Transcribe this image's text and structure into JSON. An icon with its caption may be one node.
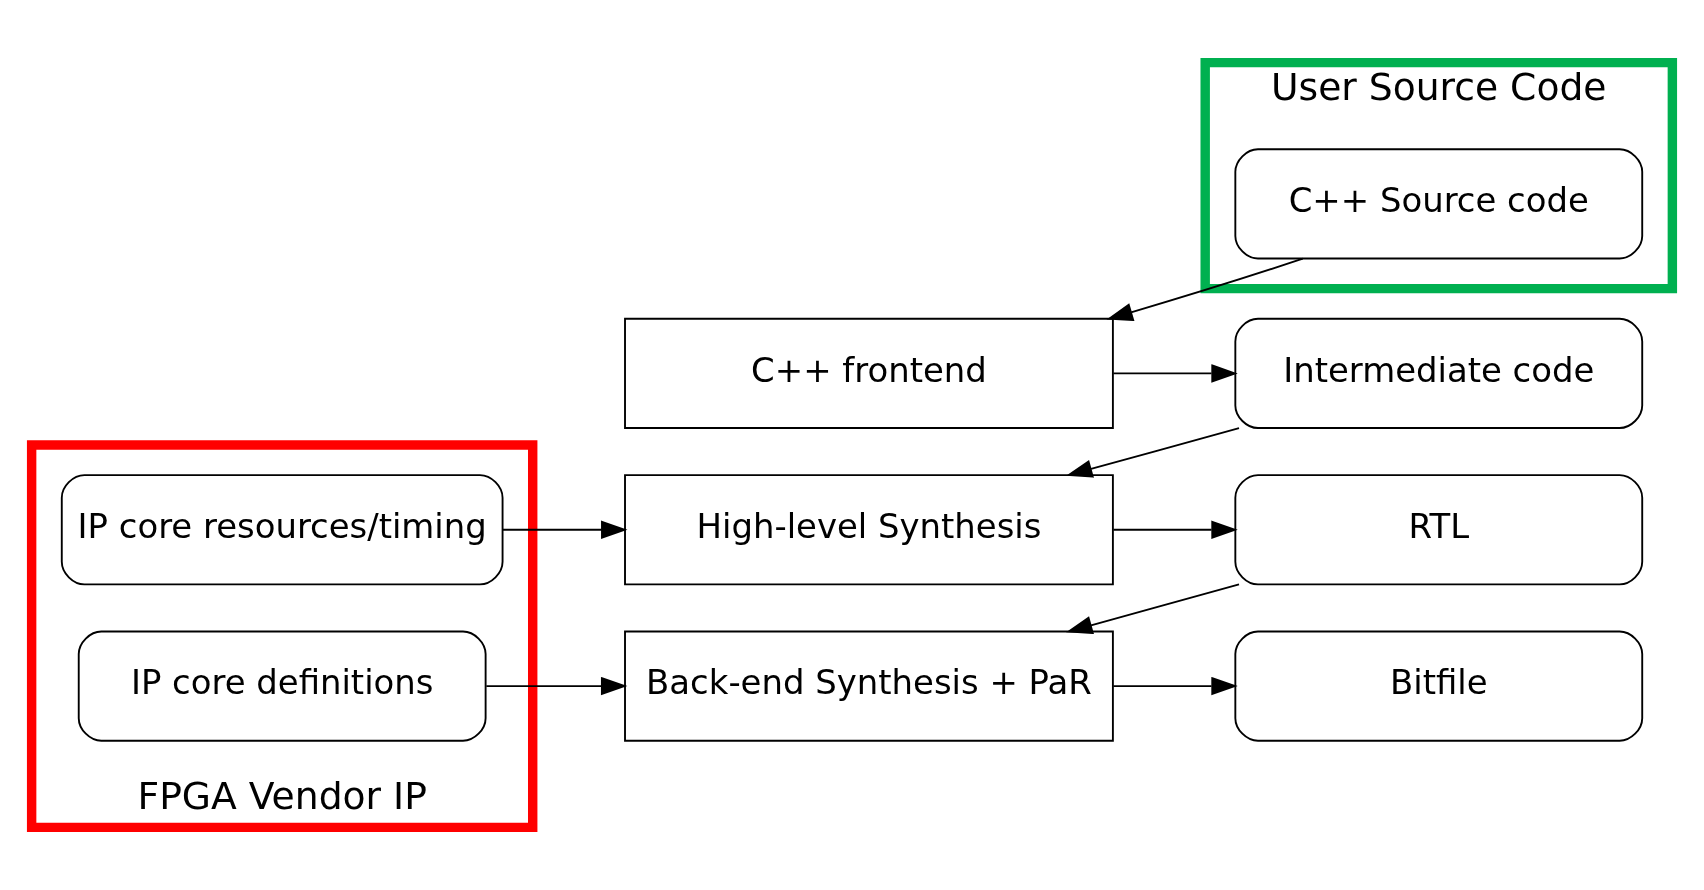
{
  "diagram": {
    "nodes": [
      {
        "text": [
          "User Source Code"
        ]
      },
      {
        "text": [
          "C++ Source code"
        ],
        "in": 0
      },
      {
        "text": [
          "C++ frontend"
        ]
      },
      {
        "text": [
          "Intermediate code"
        ]
      },
      {
        "text": [
          "High-level Synthesis"
        ]
      },
      {
        "text": [
          "RTL"
        ]
      },
      {
        "text": [
          "Back-end Synthesis + PaR"
        ]
      },
      {
        "text": [
          "Bitfile"
        ]
      },
      {
        "text": [
          "FPGA Vendor IP"
        ]
      },
      {
        "text": [
          "IP core resources/timing"
        ],
        "in": 8
      },
      {
        "text": [
          "IP core definitions"
        ],
        "in": 8
      }
    ],
    "edges": [
      {
        "from": 1,
        "to": 2,
        "arrow": "to"
      },
      {
        "from": 2,
        "to": 3,
        "arrow": "to"
      },
      {
        "from": 3,
        "to": 4,
        "arrow": "to"
      },
      {
        "from": 4,
        "to": 5,
        "arrow": "to"
      },
      {
        "from": 5,
        "to": 6,
        "arrow": "to"
      },
      {
        "from": 6,
        "to": 7,
        "arrow": "to"
      },
      {
        "from": 9,
        "to": 4,
        "arrow": "to"
      },
      {
        "from": 10,
        "to": 6,
        "arrow": "to"
      }
    ]
  }
}
